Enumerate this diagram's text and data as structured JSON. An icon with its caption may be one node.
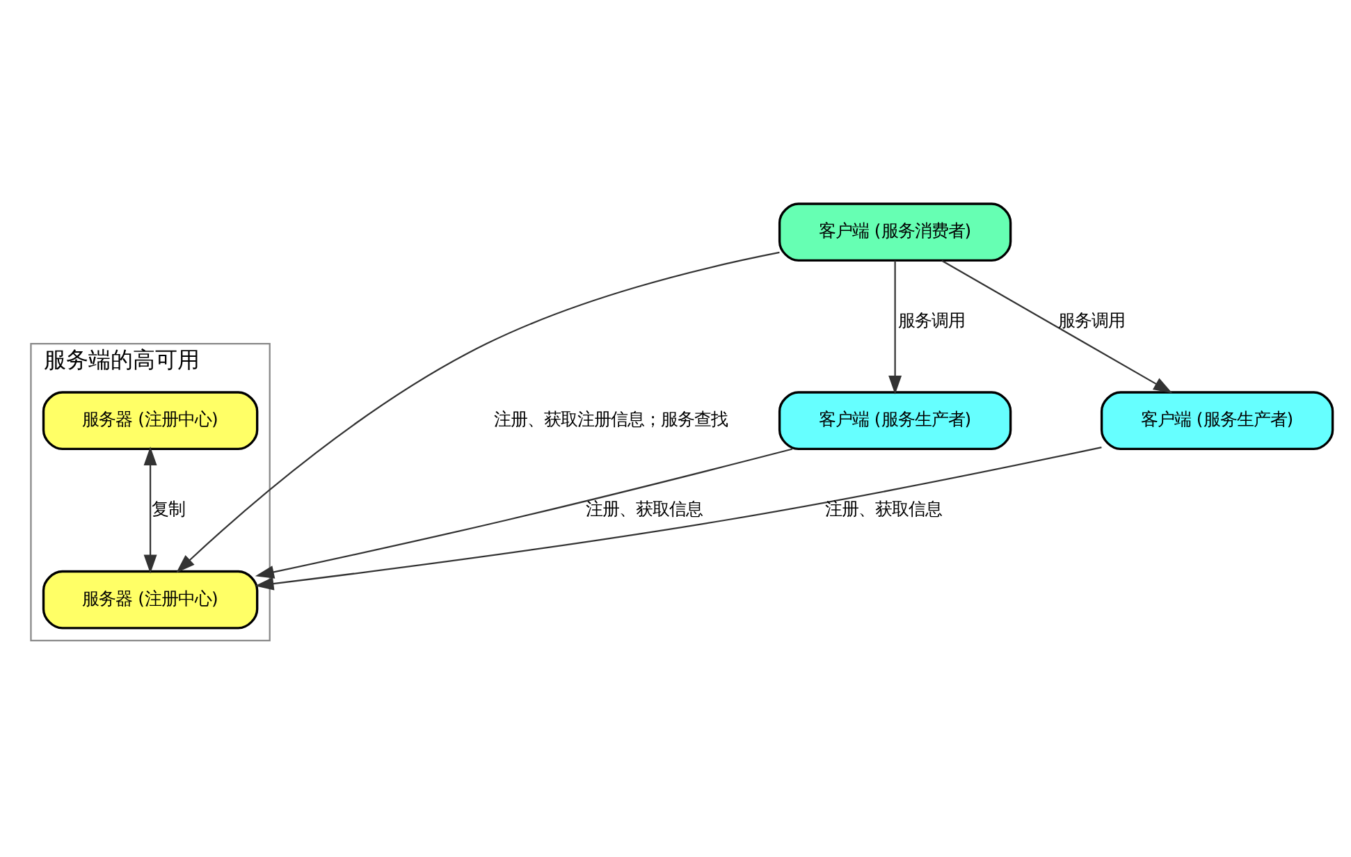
{
  "diagram": {
    "nodes": [
      {
        "text": [
          "服务端的高可用"
        ]
      },
      {
        "text": [
          "服务器 (注册中心)"
        ],
        "in": 0
      },
      {
        "text": [
          "服务器 (注册中心)"
        ],
        "in": 0
      },
      {
        "text": [
          "客户端 (服务生产者)"
        ]
      },
      {
        "text": [
          "客户端 (服务消费者)"
        ]
      },
      {
        "text": [
          "客户端 (服务生产者)"
        ]
      }
    ],
    "edges": [
      {
        "from": 3,
        "to": 2,
        "arrow": "to",
        "label": "注册、获取信息"
      },
      {
        "from": 1,
        "to": 2,
        "arrow": "both",
        "label": "复制"
      },
      {
        "from": 4,
        "to": 2,
        "arrow": "to",
        "label": "注册、获取注册信息；服务查找"
      },
      {
        "from": 5,
        "to": 2,
        "arrow": "to",
        "label": "注册、获取信息"
      },
      {
        "from": 4,
        "to": 3,
        "arrow": "to",
        "label": "服务调用"
      },
      {
        "from": 4,
        "to": 5,
        "arrow": "to",
        "label": "服务调用"
      }
    ]
  }
}
